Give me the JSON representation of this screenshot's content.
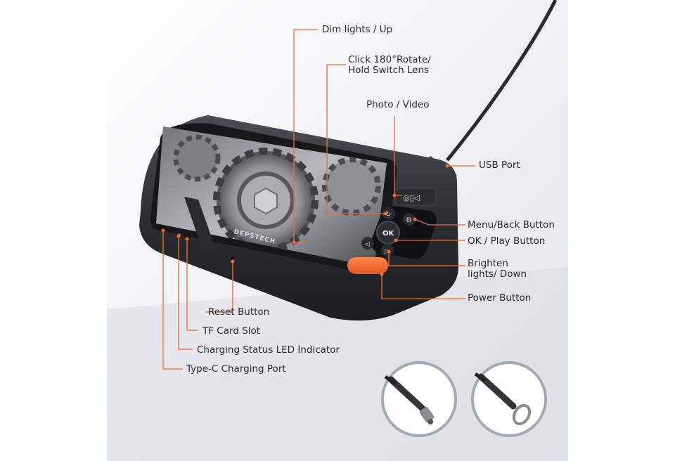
{
  "brand": "DEPSTECH",
  "ok_label": "OK",
  "accent_color": "#f26a2e",
  "callouts": {
    "dim_lights": "Dim lights / Up",
    "rotate": "Click 180°Rotate/\nHold Switch Lens",
    "photo_video": "Photo / Video",
    "usb_port": "USB Port",
    "menu_back": "Menu/Back Button",
    "ok_play": "OK / Play Button",
    "brighten": "Brighten\nlights/ Down",
    "power": "Power Button",
    "reset": "Reset Button",
    "tf_card": "TF Card Slot",
    "charging_led": "Charging Status LED Indicator",
    "type_c": "Type-C Charging Port"
  },
  "icons": {
    "rotate": "rotate-icon",
    "settings": "settings-gear-icon",
    "left": "left-triangle-icon",
    "right": "right-triangle-icon",
    "camera": "camera-video-icon"
  }
}
